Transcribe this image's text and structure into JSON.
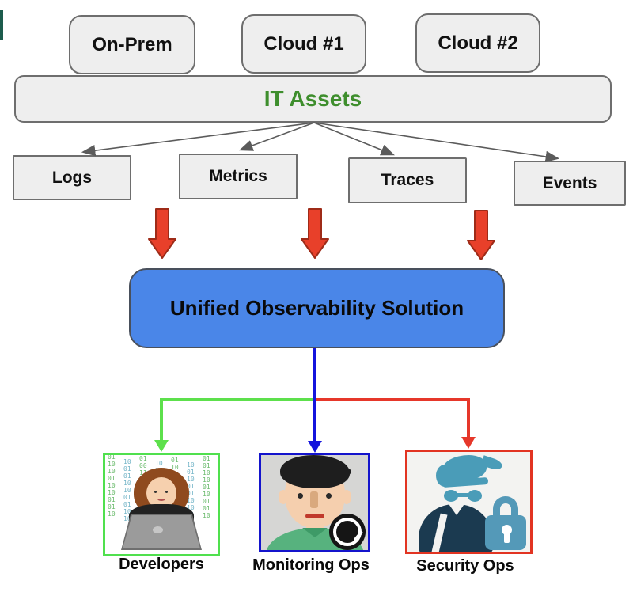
{
  "diagram": {
    "title_bar": {
      "label": "IT Assets",
      "text_color": "#3e8e2d"
    },
    "source_boxes": [
      {
        "label": "On-Prem"
      },
      {
        "label": "Cloud #1"
      },
      {
        "label": "Cloud #2"
      }
    ],
    "signal_boxes": [
      {
        "label": "Logs"
      },
      {
        "label": "Metrics"
      },
      {
        "label": "Traces"
      },
      {
        "label": "Events"
      }
    ],
    "solution_box": {
      "label": "Unified Observability Solution",
      "fill": "#4a86e8"
    },
    "teams": {
      "developers": {
        "label": "Developers",
        "accent": "#50e04e"
      },
      "monitoring_ops": {
        "label": "Monitoring Ops",
        "accent": "#1414cc"
      },
      "security_ops": {
        "label": "Security Ops",
        "accent": "#e23422"
      }
    },
    "flow_colors": {
      "fan_line": "#5b5b5b",
      "block_arrow": "#e8402a",
      "developers_line": "#5de04c",
      "monitoring_line": "#1414dd",
      "security_line": "#e6372a"
    },
    "binary_columns": [
      "011010011010010110",
      "100101101001011010",
      "010011010110100101",
      "101001011010011001",
      "011010100101101010",
      "100110010110100110",
      "010110100110010110"
    ]
  }
}
